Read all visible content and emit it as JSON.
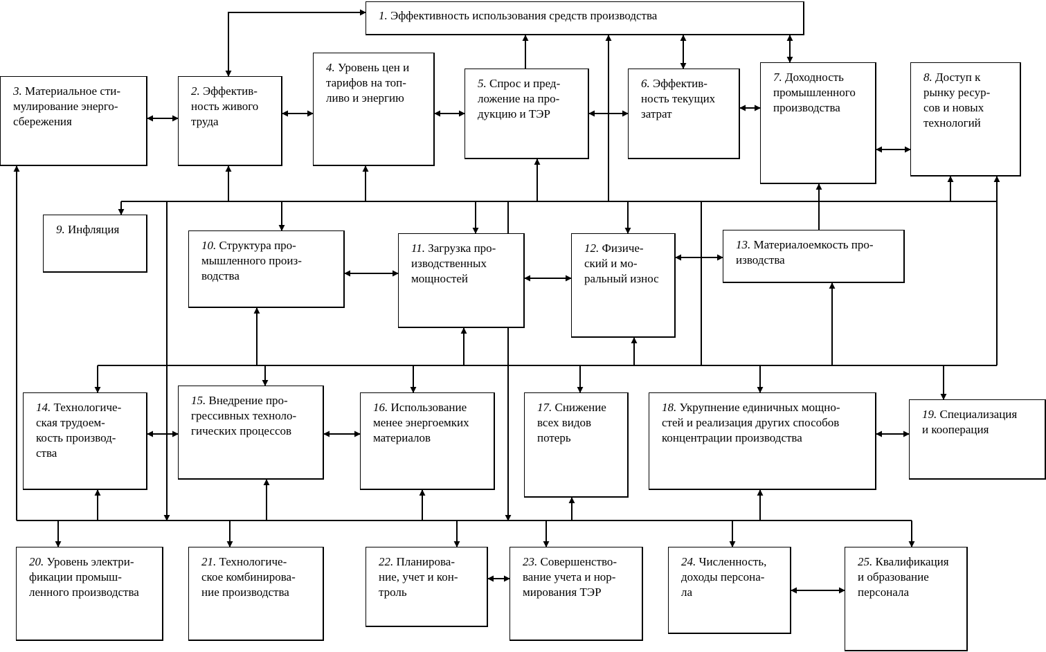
{
  "nodes": [
    {
      "id": "1",
      "num": "1.",
      "text": " Эффективность использования средств  производства"
    },
    {
      "id": "2",
      "num": "2.",
      "text": " Эффектив-\nность  живого\nтруда"
    },
    {
      "id": "3",
      "num": "3.",
      "text": " Материальное сти-\nмулирование энерго-\nсбережения"
    },
    {
      "id": "4",
      "num": "4.",
      "text": " Уровень цен и\nтарифов на топ-\nливо и энергию"
    },
    {
      "id": "5",
      "num": "5.",
      "text": " Спрос и пред-\nложение на про-\nдукцию  и ТЭР"
    },
    {
      "id": "6",
      "num": "6.",
      "text": " Эффектив-\nность текущих\nзатрат"
    },
    {
      "id": "7",
      "num": "7.",
      "text": " Доходность\nпромышленного\nпроизводства"
    },
    {
      "id": "8",
      "num": "8.",
      "text": " Доступ к\nрынку  ресур-\nсов и новых\nтехнологий"
    },
    {
      "id": "9",
      "num": "9.",
      "text": " Инфляция"
    },
    {
      "id": "10",
      "num": "10.",
      "text": " Структура про-\nмышленного  произ-\nводства"
    },
    {
      "id": "11",
      "num": "11.",
      "text": " Загрузка про-\nизводственных\nмощностей"
    },
    {
      "id": "12",
      "num": "12.",
      "text": " Физиче-\nский и мо-\nральный износ"
    },
    {
      "id": "13",
      "num": "13.",
      "text": " Материалоемкость про-\nизводства"
    },
    {
      "id": "14",
      "num": "14.",
      "text": " Технологиче-\nская трудоем-\nкость производ-\nства"
    },
    {
      "id": "15",
      "num": "15.",
      "text": " Внедрение про-\nгрессивных техноло-\nгических процессов"
    },
    {
      "id": "16",
      "num": "16.",
      "text": " Использование\nменее энергоемких\nматериалов"
    },
    {
      "id": "17",
      "num": "17.",
      "text": " Снижение\nвсех видов\nпотерь"
    },
    {
      "id": "18",
      "num": "18.",
      "text": " Укрупнение единичных мощно-\nстей и реализация других способов\nконцентрации производства"
    },
    {
      "id": "19",
      "num": "19.",
      "text": " Специализация\nи кооперация"
    },
    {
      "id": "20",
      "num": "20.",
      "text": " Уровень электри-\nфикации промыш-\nленного производства"
    },
    {
      "id": "21",
      "num": "21.",
      "text": " Технологиче-\nское комбинирова-\nние производства"
    },
    {
      "id": "22",
      "num": "22.",
      "text": " Планирова-\nние, учет и кон-\nтроль"
    },
    {
      "id": "23",
      "num": "23.",
      "text": " Совершенство-\nвание учета и нор-\nмирования ТЭР"
    },
    {
      "id": "24",
      "num": "24.",
      "text": " Численность,\nдоходы персона-\nла"
    },
    {
      "id": "25",
      "num": "25.",
      "text": " Квалификация\nи образование\nперсонала"
    }
  ]
}
